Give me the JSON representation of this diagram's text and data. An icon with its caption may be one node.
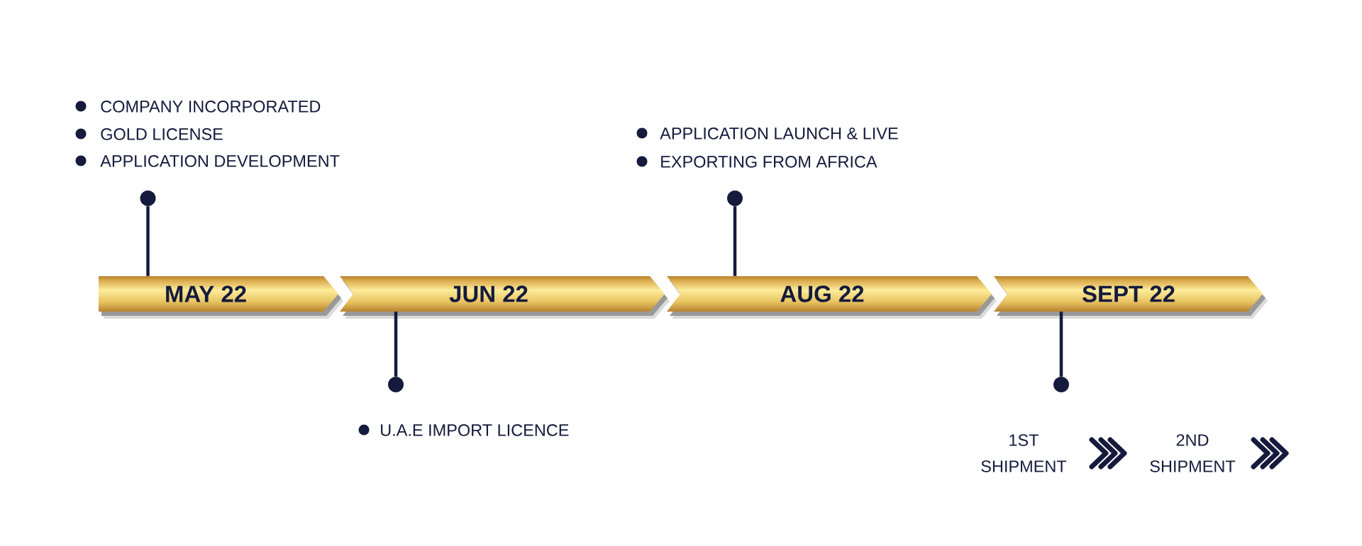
{
  "diagram": {
    "nodes": [
      {
        "text": [
          "MAY 22"
        ]
      },
      {
        "text": [
          "JUN 22"
        ]
      },
      {
        "text": [
          "AUG 22"
        ]
      },
      {
        "text": [
          "SEPT 22"
        ]
      },
      {
        "text": [],
        "shape": "circle",
        "beside": [
          "COMPANY INCORPORATED",
          "GOLD LICENSE",
          "APPLICATION DEVELOPMENT"
        ]
      },
      {
        "text": [],
        "shape": "circle",
        "beside": [
          "U.A.E IMPORT LICENCE"
        ]
      },
      {
        "text": [],
        "shape": "circle",
        "beside": [
          "APPLICATION LAUNCH & LIVE",
          "EXPORTING FROM AFRICA"
        ]
      },
      {
        "text": [],
        "shape": "circle"
      },
      {
        "text": [
          "1ST SHIPMENT"
        ]
      },
      {
        "text": [
          "2ND SHIPMENT"
        ]
      }
    ],
    "edges": [
      {
        "from": 0,
        "to": 4,
        "arrow": "none"
      },
      {
        "from": 1,
        "to": 5,
        "arrow": "none"
      },
      {
        "from": 2,
        "to": 6,
        "arrow": "none"
      },
      {
        "from": 3,
        "to": 7,
        "arrow": "none"
      },
      {
        "from": 8,
        "to": 9,
        "arrow": "to"
      },
      {
        "from": 9,
        "to": null,
        "arrow": "to"
      }
    ]
  }
}
